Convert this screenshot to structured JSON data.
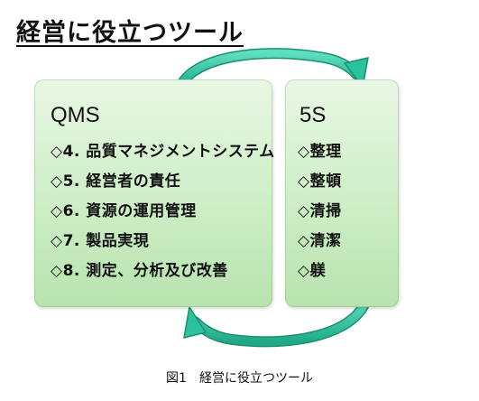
{
  "title": "経営に役立つツール",
  "panels": {
    "qms": {
      "heading": "QMS",
      "items": [
        "◇4. 品質マネジメントシステム",
        "◇5. 経営者の責任",
        "◇6. 資源の運用管理",
        "◇7. 製品実現",
        "◇8. 測定、分析及び改善"
      ]
    },
    "five_s": {
      "heading": "5S",
      "items": [
        "◇整理",
        "◇整頓",
        "◇清掃",
        "◇清潔",
        "◇躾"
      ]
    }
  },
  "caption": "図1　経営に役立つツール",
  "colors": {
    "panel_fill": "#cdeec6",
    "arrow_fill": "#33c9a6"
  }
}
